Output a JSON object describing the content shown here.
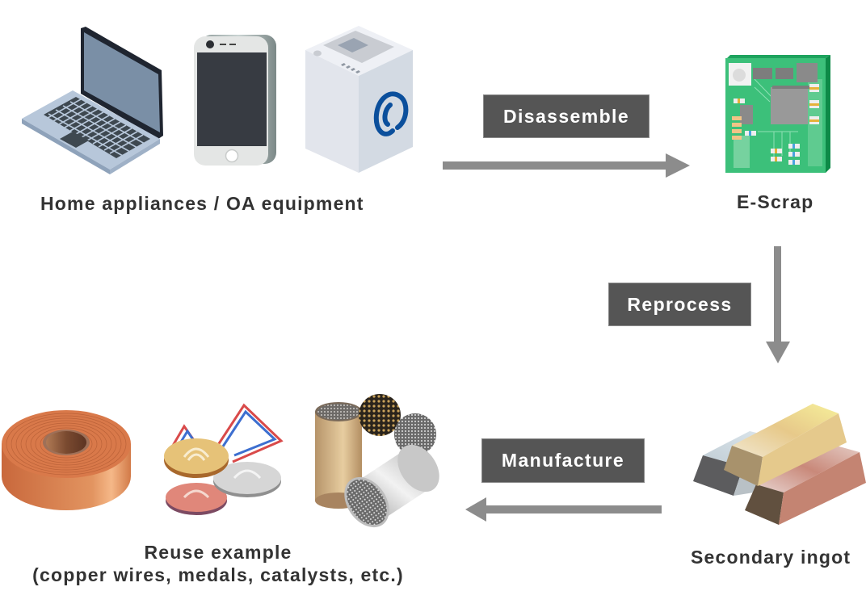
{
  "title": "E-Scrap recycling flow",
  "nodes": {
    "source": {
      "label": "Home appliances / OA equipment",
      "items": [
        "laptop",
        "smartphone",
        "washing-machine"
      ]
    },
    "escrap": {
      "label": "E-Scrap",
      "items": [
        "circuit-board"
      ]
    },
    "ingot": {
      "label": "Secondary ingot",
      "items": [
        "silver-ingot",
        "gold-ingot",
        "copper-ingot"
      ]
    },
    "reuse": {
      "label_line1": "Reuse example",
      "label_line2": "(copper wires, medals, catalysts, etc.)",
      "items": [
        "copper-wire-coil",
        "medals",
        "catalyst-converters"
      ]
    }
  },
  "steps": {
    "disassemble": {
      "label": "Disassemble",
      "from": "source",
      "to": "escrap"
    },
    "reprocess": {
      "label": "Reprocess",
      "from": "escrap",
      "to": "ingot"
    },
    "manufacture": {
      "label": "Manufacture",
      "from": "ingot",
      "to": "reuse"
    }
  },
  "colors": {
    "arrow": "#8c8c8c",
    "step_box": "#555555",
    "step_text": "#ffffff",
    "caption_text": "#333333",
    "pcb_green": "#3cc07a",
    "washer_logo": "#0b4f9c"
  }
}
